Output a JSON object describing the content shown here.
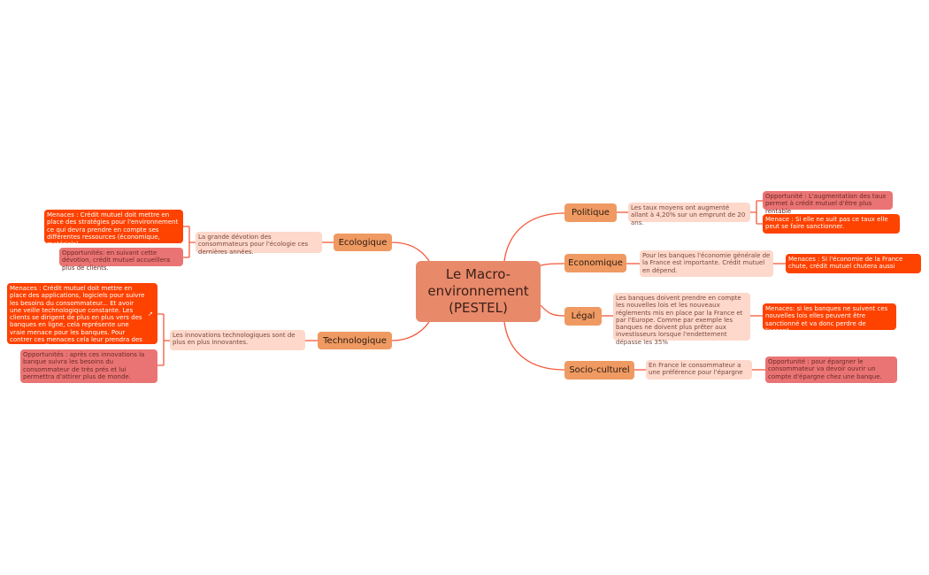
{
  "central_topic": "Le Macro-environnement (PESTEL)",
  "branches": {
    "politique": {
      "label": "Politique",
      "desc": "Les taux moyens ont augmenté allant à 4,20% sur un emprunt de 20 ans.",
      "opportunity": "Opportunité : L'augmentation des taux permet à crédit mutuel d'être plus rentable",
      "threat": "Menace : Si elle ne suit pas ce taux elle peut se faire sanctionner."
    },
    "economique": {
      "label": "Economique",
      "desc": "Pour les banques l'économie générale de la France est importante. Crédit mutuel en dépend.",
      "threat": "Menaces : Si l'économie de la France chute, crédit mutuel chutera aussi"
    },
    "legal": {
      "label": "Légal",
      "desc": "Les banques doivent prendre en compte les nouvelles lois et les nouveaux réglements mis en place par la France et par l'Europe. Comme par exemple les banques ne doivent plus prêter aux investisseurs lorsque l'endettement dépasse les 35%",
      "threat": "Menaces: si les banques ne suivent ces nouvelles lois elles peuvent être sanctionné et va donc perdre de l'argent."
    },
    "socio": {
      "label": "Socio-culturel",
      "desc": "En France le consommateur a une préférence pour l'épargne",
      "opportunity": "Opportunité : pour épargner le consommateur va devoir ouvrir un compte d'épargne chez une banque."
    },
    "ecologique": {
      "label": "Ecologique",
      "desc": "La grande dévotion des consommateurs pour l'écologie ces dernières années.",
      "threat": "Menaces : Crédit mutuel doit mettre en place des stratégies pour l'environnement ce qui devra prendre en compte ses différentes ressources (économique, matériels).",
      "opportunity": "Opportunités: en suivant cette dévotion, crédit mutuel accueillera plus de clients."
    },
    "technologique": {
      "label": "Technologique",
      "desc": "Les innovations technologiques sont de plus en plus innovantes.",
      "threat": "Menaces : Crédit mutuel doit mettre en place des applications, logiciels pour suivre les besoins du consommateur... Et avoir une veille technologique constante. Les clients se dirigent de plus en plus vers des banques en ligne, cela représente une vraie menace pour les banques. Pour contrer ces menaces cela leur prendra des ressources financières.",
      "opportunity": "Opportunités : après ces innovations la banque suivra les besoins du consommateur de très prés et lui permettra d'attirer plus de monde."
    }
  },
  "colors": {
    "central": "#e8896a",
    "topic": "#ef9a62",
    "description": "#fdd8cb",
    "threat": "#fe4200",
    "opportunity": "#ea7474",
    "connector": "#f4583a"
  },
  "icons": {
    "link": "external-link-icon"
  }
}
